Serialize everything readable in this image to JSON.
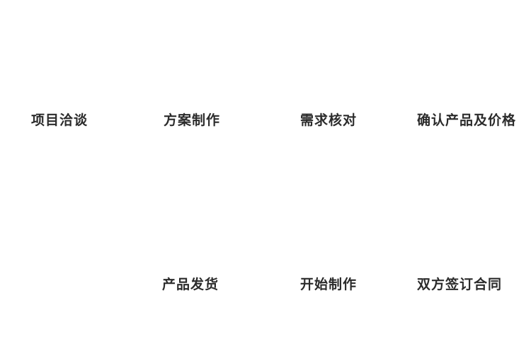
{
  "canvas": {
    "background_color": "#ffffff",
    "text_color": "#2b2b2b"
  },
  "flow": {
    "top_row": [
      {
        "label": "项目洽谈"
      },
      {
        "label": "方案制作"
      },
      {
        "label": "需求核对"
      },
      {
        "label": "确认产品及价格"
      }
    ],
    "bottom_row": [
      {
        "label": "双方签订合同"
      },
      {
        "label": "开始制作"
      },
      {
        "label": "产品发货"
      }
    ]
  }
}
